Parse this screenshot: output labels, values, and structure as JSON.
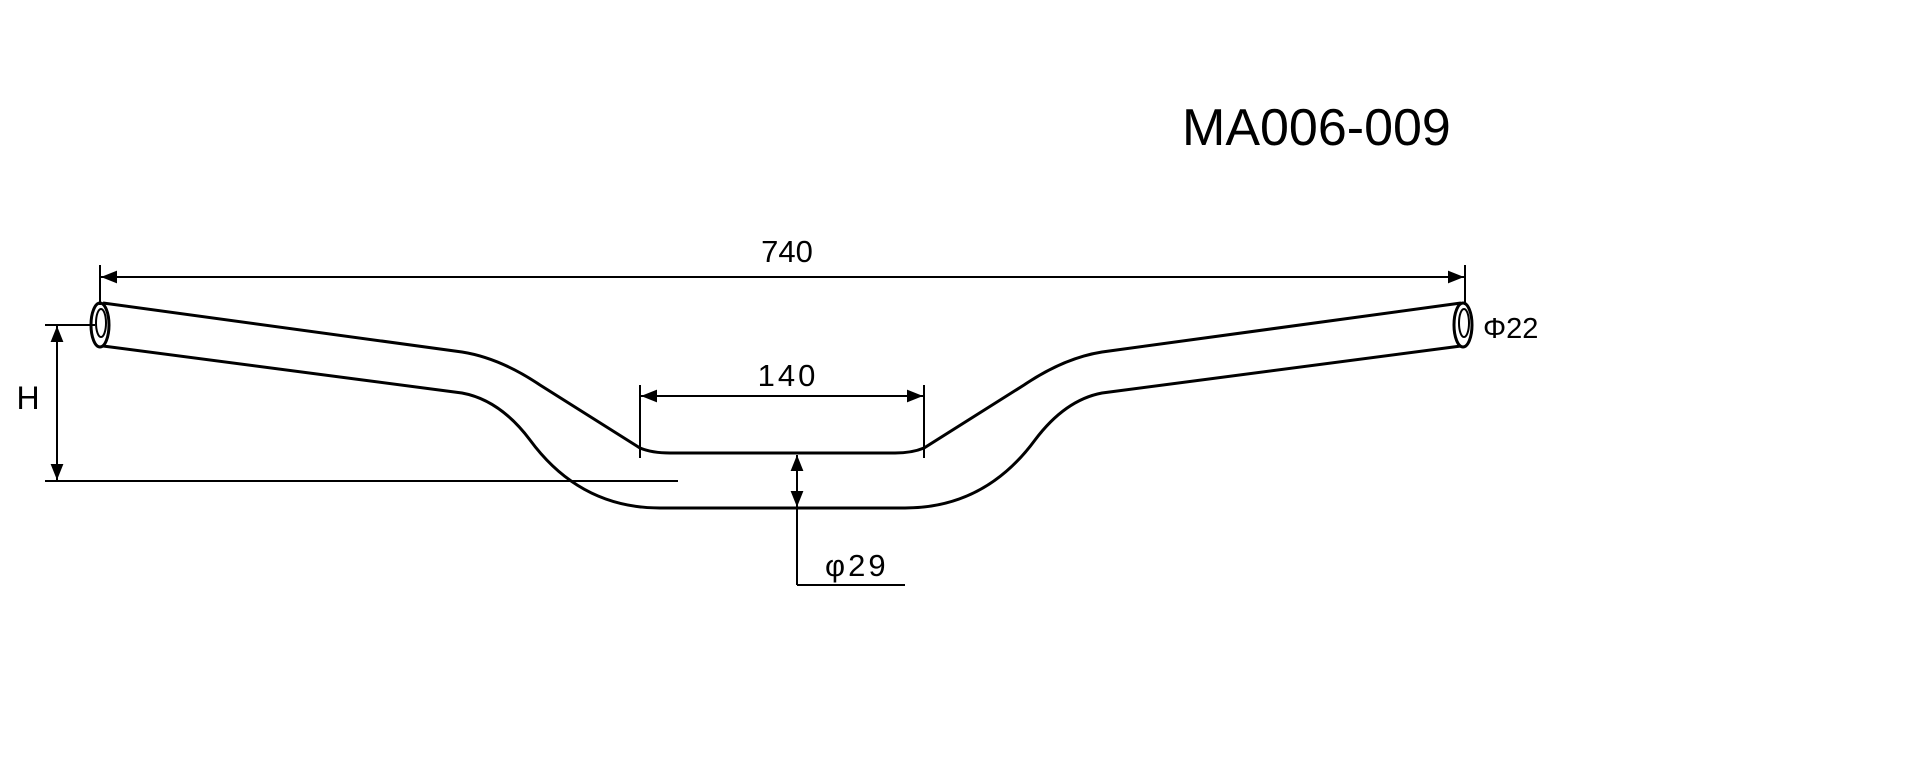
{
  "title": "MA006-009",
  "dimensions": {
    "overall_width": "740",
    "center_width": "140",
    "height_label": "H",
    "grip_diameter": "Φ22",
    "center_diameter": "φ29"
  },
  "colors": {
    "line": "#000000",
    "background": "#ffffff"
  }
}
